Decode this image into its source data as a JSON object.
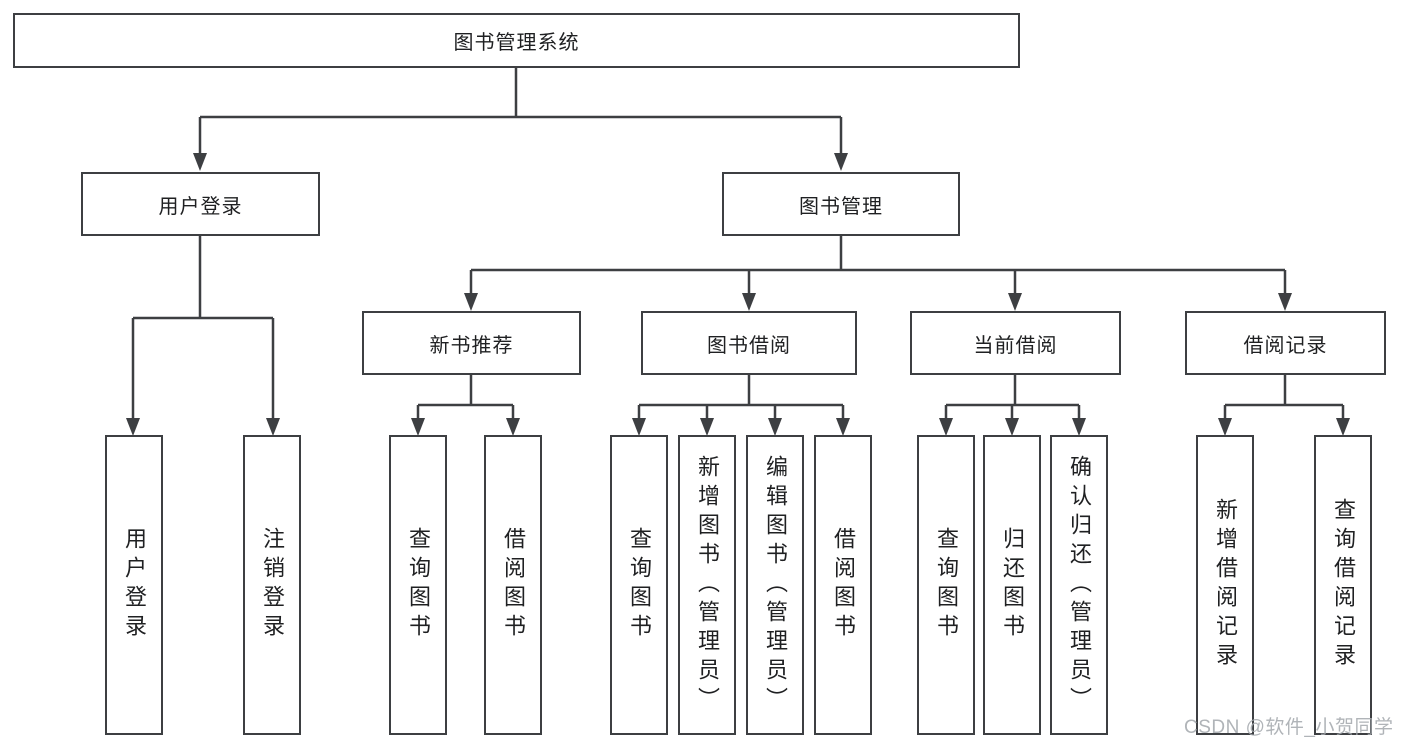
{
  "diagram": {
    "root": {
      "label": "图书管理系统"
    },
    "level1": [
      {
        "label": "用户登录"
      },
      {
        "label": "图书管理"
      }
    ],
    "level2": [
      {
        "label": "新书推荐"
      },
      {
        "label": "图书借阅"
      },
      {
        "label": "当前借阅"
      },
      {
        "label": "借阅记录"
      }
    ],
    "leaves": [
      {
        "label": "用户登录",
        "parent": "用户登录"
      },
      {
        "label": "注销登录",
        "parent": "用户登录"
      },
      {
        "label": "查询图书",
        "parent": "新书推荐"
      },
      {
        "label": "借阅图书",
        "parent": "新书推荐"
      },
      {
        "label": "查询图书",
        "parent": "图书借阅"
      },
      {
        "label": "新增图书（管理员）",
        "parent": "图书借阅"
      },
      {
        "label": "编辑图书（管理员）",
        "parent": "图书借阅"
      },
      {
        "label": "借阅图书",
        "parent": "图书借阅"
      },
      {
        "label": "查询图书",
        "parent": "当前借阅"
      },
      {
        "label": "归还图书",
        "parent": "当前借阅"
      },
      {
        "label": "确认归还（管理员）",
        "parent": "当前借阅"
      },
      {
        "label": "新增借阅记录",
        "parent": "借阅记录"
      },
      {
        "label": "查询借阅记录",
        "parent": "借阅记录"
      }
    ]
  },
  "watermark": "CSDN @软件_小贺同学",
  "colors": {
    "background": "#ffffff",
    "line": "#3d3f42",
    "box_border": "#3d3f42",
    "text": "#1f2022",
    "watermark": "#a2a7ac"
  }
}
